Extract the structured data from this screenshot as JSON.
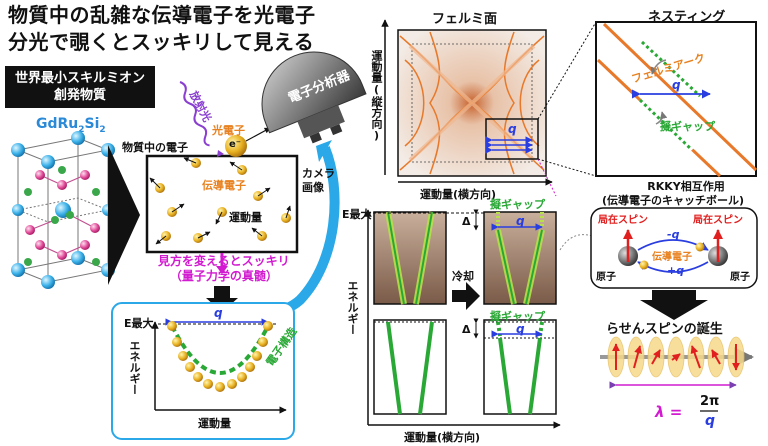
{
  "title": {
    "line1": "物質中の乱雑な伝導電子を光電子",
    "line2": "分光で覗くとスッキリして見える"
  },
  "material": {
    "box_line1": "世界最小スキルミオン",
    "box_line2": "創発物質",
    "formula_main": "GdRu",
    "sub1": "2",
    "formula_mid": "Si",
    "sub2": "2"
  },
  "experiment": {
    "radiation": "放射光",
    "photoelectron": "光電子",
    "electron_symbol": "e⁻",
    "analyzer": "電子分析器",
    "electrons_in_matter": "物質中の電子",
    "conduction_electrons": "伝導電子",
    "momentum": "運動量",
    "camera_line1": "カメラ",
    "camera_line2": "画像"
  },
  "reveal": {
    "line1": "見方を変えるとスッキリ",
    "line2": "（量子力学の真髄）"
  },
  "inset": {
    "emax": "E最大",
    "q": "q",
    "energy_axis": "エネルギー",
    "momentum_axis": "運動量",
    "band_structure": "電子構造"
  },
  "fermi": {
    "title": "フェルミ面",
    "ylabel": "運動量(縦方向)",
    "xlabel": "運動量(横方向)",
    "q": "q"
  },
  "nesting": {
    "title": "ネスティング",
    "fermi_arc": "フェルミアーク",
    "pseudogap": "擬ギャップ",
    "q": "q"
  },
  "rkky": {
    "line1": "RKKY相互作用",
    "line2": "(伝導電子のキャッチボール)",
    "local_spin_left": "局在スピン",
    "local_spin_right": "局在スピン",
    "minus_q": "-q",
    "conduction_electron": "伝導電子",
    "plus_q": "+q",
    "atom_left": "原子",
    "atom_right": "原子"
  },
  "spectra": {
    "emax": "E最大",
    "delta": "Δ",
    "energy_axis": "エネルギー",
    "momentum_axis": "運動量(横方向)",
    "cooling": "冷却",
    "pseudogap": "擬ギャップ",
    "q": "q",
    "delta2": "Δ"
  },
  "helical": {
    "title": "らせんスピンの誕生",
    "lambda": "λ =",
    "numerator": "2π",
    "denominator": "q"
  }
}
